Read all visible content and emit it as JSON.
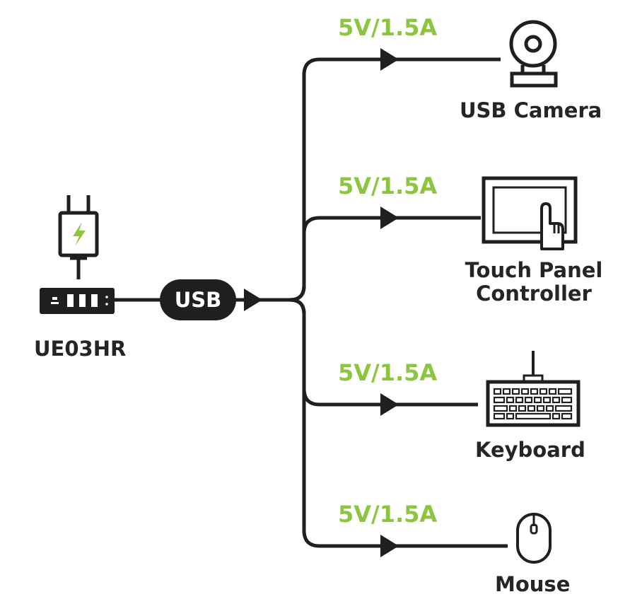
{
  "colors": {
    "line": "#1f1f1f",
    "accent": "#8cc63f",
    "text": "#252525"
  },
  "hub": {
    "label": "UE03HR",
    "icon": "usb-hub-icon",
    "charger_icon": "charger-icon"
  },
  "cable": {
    "label": "USB"
  },
  "outputs": [
    {
      "power": "5V/1.5A",
      "label_lines": [
        "USB Camera"
      ],
      "icon": "camera-icon"
    },
    {
      "power": "5V/1.5A",
      "label_lines": [
        "Touch Panel",
        "Controller"
      ],
      "icon": "touch-panel-icon"
    },
    {
      "power": "5V/1.5A",
      "label_lines": [
        "Keyboard"
      ],
      "icon": "keyboard-icon"
    },
    {
      "power": "5V/1.5A",
      "label_lines": [
        "Mouse"
      ],
      "icon": "mouse-icon"
    }
  ]
}
